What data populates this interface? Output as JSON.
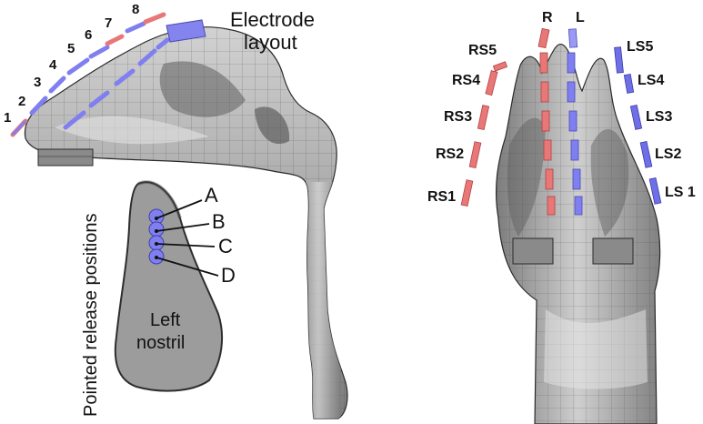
{
  "title_line1": "Electrode",
  "title_line2": "layout",
  "electrode_numbers": [
    "1",
    "2",
    "3",
    "4",
    "5",
    "6",
    "7",
    "8"
  ],
  "vertical_label": "Pointed release positions",
  "nostril_line1": "Left",
  "nostril_line2": "nostril",
  "release_positions": [
    "A",
    "B",
    "C",
    "D"
  ],
  "right_view": {
    "R": "R",
    "L": "L",
    "right_septum": [
      "RS5",
      "RS4",
      "RS3",
      "RS2",
      "RS1"
    ],
    "left_septum": [
      "LS5",
      "LS4",
      "LS3",
      "LS2",
      "LS 1"
    ]
  },
  "colors": {
    "mesh_gray": "#a9a9a9",
    "mesh_light": "#d6d6d6",
    "mesh_dark": "#6e6e6e",
    "electrode_red": "#e87878",
    "electrode_blue": "#7f7ff0",
    "nostril_fill": "#9c9c9c"
  }
}
